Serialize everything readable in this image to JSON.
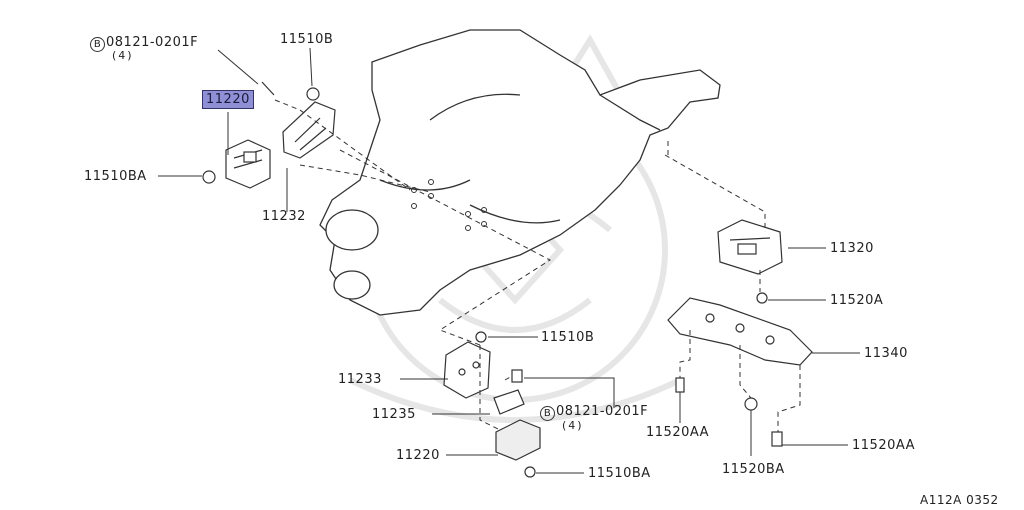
{
  "diagram_ref": "A112A 0352",
  "highlighted_part": "11220",
  "callouts": {
    "bolt_top": {
      "symbol": "B",
      "code": "08121-0201F",
      "qty": "(4)"
    },
    "nut_top": "11510B",
    "insulator_front": "11220",
    "nut_front": "11510BA",
    "bracket_front": "11232",
    "mount_rear": "11320",
    "bolt_rear": "11520A",
    "crossmember": "11340",
    "nut_lower": "11510B",
    "bracket_lower": "11233",
    "bolt_lower": {
      "symbol": "B",
      "code": "08121-0201F",
      "qty": "(4)"
    },
    "plate_lower": "11235",
    "insulator_lower": "11220",
    "nut_lower_bottom": "11510BA",
    "bolt_cross_left": "11520AA",
    "bolt_cross_mid": "11520BA",
    "bolt_cross_right": "11520AA"
  },
  "colors": {
    "line": "#333333",
    "highlight": "#8f8fd6",
    "watermark": "#e6e6e6"
  }
}
